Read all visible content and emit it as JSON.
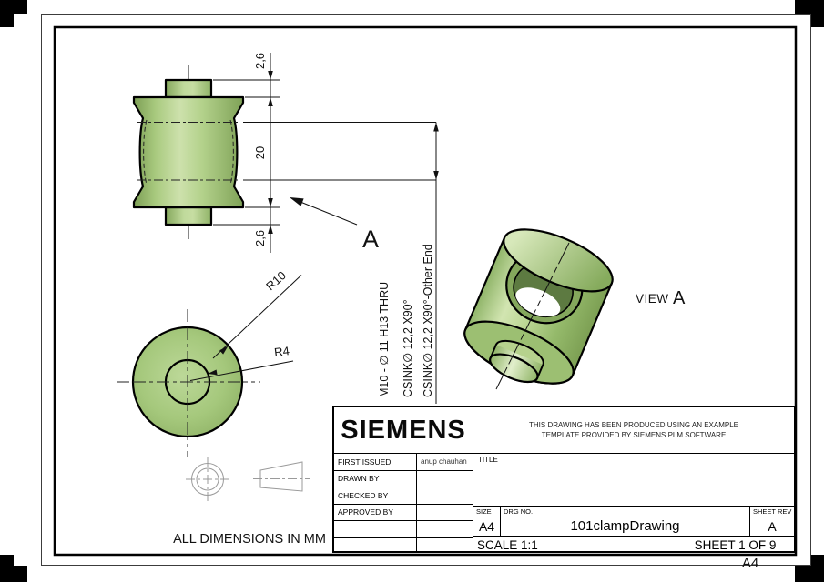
{
  "sheet": {
    "format_label": "A4",
    "dimensions_note": "ALL DIMENSIONS IN MM",
    "part_color": "#a9cb80",
    "line_color": "#000000"
  },
  "front_view": {
    "dim_top": "2,6",
    "dim_mid": "20",
    "dim_bottom": "2,6",
    "detail_arrow_label": "A"
  },
  "hole_callout": {
    "line1": "M10 - ∅ 11 H13 THRU",
    "line2": "CSINK∅ 12,2 X90°",
    "line3": "CSINK∅ 12,2 X90°-Other End"
  },
  "top_view": {
    "radius_outer": "R10",
    "radius_inner": "R4"
  },
  "iso_view": {
    "view_label": "VIEW",
    "view_letter": "A"
  },
  "title_block": {
    "logo": "SIEMENS",
    "disclaimer_line1": "THIS DRAWING HAS BEEN PRODUCED USING AN EXAMPLE",
    "disclaimer_line2": "TEMPLATE PROVIDED BY SIEMENS PLM SOFTWARE",
    "approval_rows": [
      {
        "label": "FIRST ISSUED",
        "value": "anup chauhan"
      },
      {
        "label": "DRAWN BY",
        "value": ""
      },
      {
        "label": "CHECKED BY",
        "value": ""
      },
      {
        "label": "APPROVED BY",
        "value": ""
      },
      {
        "label": "",
        "value": ""
      },
      {
        "label": "",
        "value": ""
      }
    ],
    "title_label": "TITLE",
    "title_value": "",
    "size_label": "SIZE",
    "size_value": "A4",
    "drg_label": "DRG NO.",
    "drg_value": "101clampDrawing",
    "sheet_rev_label": "SHEET REV",
    "sheet_rev_value": "A",
    "scale_text": "SCALE 1:1",
    "sheet_text": "SHEET 1 OF 9"
  }
}
